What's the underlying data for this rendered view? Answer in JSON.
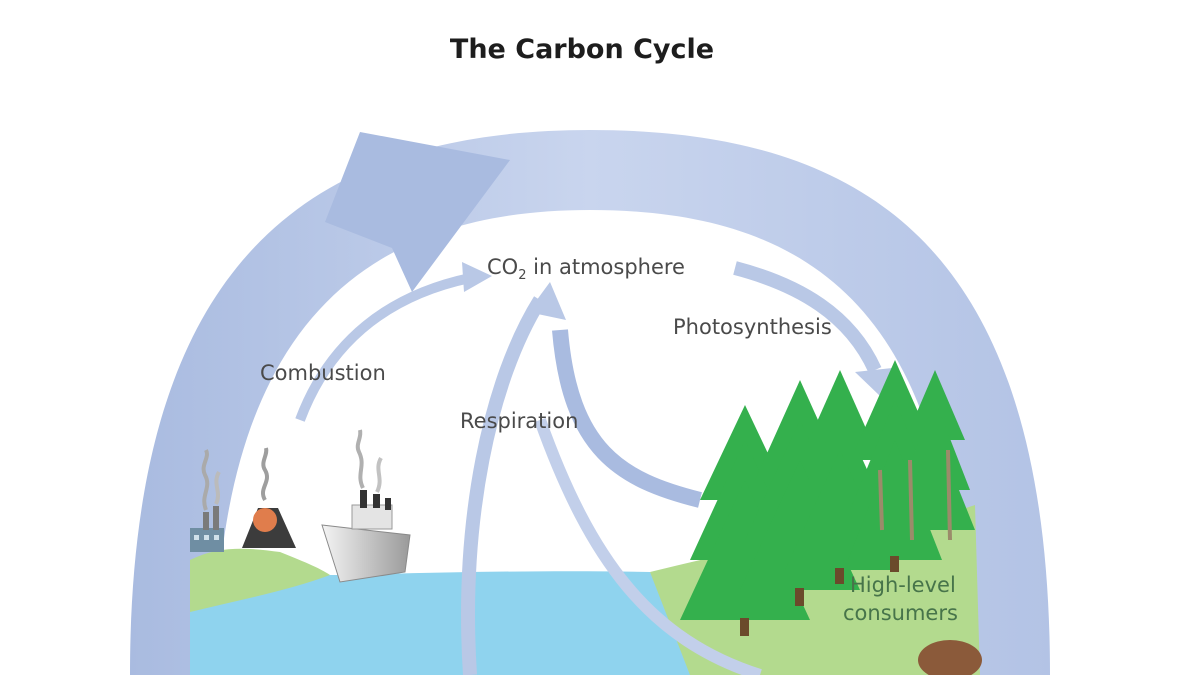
{
  "diagram": {
    "title": "The Carbon Cycle",
    "labels": {
      "co2_prefix": "CO",
      "co2_subscript": "2",
      "co2_suffix": " in atmosphere",
      "photosynthesis": "Photosynthesis",
      "combustion": "Combustion",
      "respiration": "Respiration",
      "high_level_line1": "High-level",
      "high_level_line2": "consumers"
    },
    "colors": {
      "cycle_arrow": "#aebfe2",
      "flow_arrow": "#b9c8e6",
      "water": "#8fd3ee",
      "land": "#b3da8e",
      "trees": "#34b04d",
      "label_text": "#4a4a4a",
      "consumer_label": "#47744a"
    },
    "icons": [
      "factory-icon",
      "volcano-icon",
      "ship-icon",
      "forest-icon",
      "animal-icon"
    ]
  }
}
